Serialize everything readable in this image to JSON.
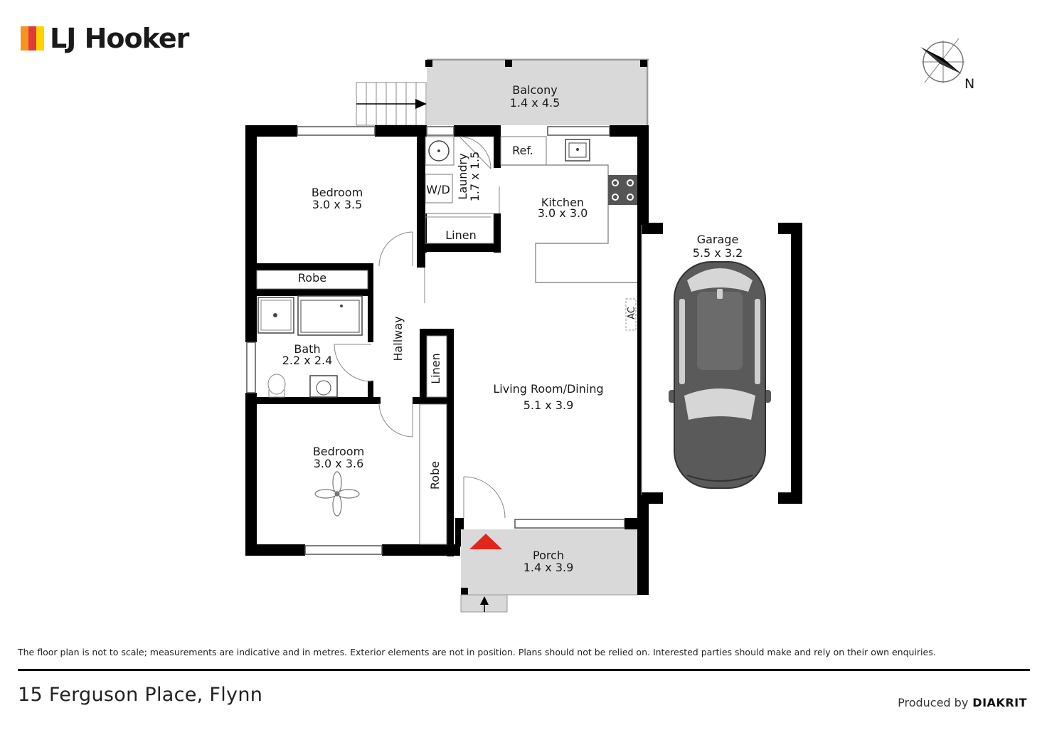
{
  "brand": {
    "name": "LJ Hooker",
    "logo_colors": [
      "#f7941d",
      "#e03a3e",
      "#ffd200"
    ]
  },
  "compass": {
    "north_label": "N"
  },
  "rooms": {
    "balcony": {
      "name": "Balcony",
      "dims": "1.4 x 4.5"
    },
    "bedroom1": {
      "name": "Bedroom",
      "dims": "3.0 x 3.5"
    },
    "laundry": {
      "name": "Laundry",
      "dims": "1.7 x 1.5"
    },
    "wd": {
      "name": "W/D"
    },
    "linen_top": {
      "name": "Linen"
    },
    "ref": {
      "name": "Ref."
    },
    "kitchen": {
      "name": "Kitchen",
      "dims": "3.0 x 3.0"
    },
    "garage": {
      "name": "Garage",
      "dims": "5.5 x 3.2"
    },
    "robe_top": {
      "name": "Robe"
    },
    "bath": {
      "name": "Bath",
      "dims": "2.2 x 2.4"
    },
    "hallway": {
      "name": "Hallway"
    },
    "linen_mid": {
      "name": "Linen"
    },
    "ac": {
      "name": "AC"
    },
    "living": {
      "name": "Living Room/Dining",
      "dims": "5.1 x 3.9"
    },
    "bedroom2": {
      "name": "Bedroom",
      "dims": "3.0 x 3.6"
    },
    "robe_bottom": {
      "name": "Robe"
    },
    "porch": {
      "name": "Porch",
      "dims": "1.4 x 3.9"
    }
  },
  "footer": {
    "disclaimer": "The floor plan is not to scale; measurements are indicative and in metres. Exterior elements are not in position. Plans should not be relied on. Interested parties should make and rely on their own enquiries.",
    "address": "15 Ferguson Place, Flynn",
    "produced_by": "Produced by",
    "producer": "DIAKRIT"
  },
  "colors": {
    "wall": "#000000",
    "floor_exterior": "#d9d9d9",
    "entry_marker": "#e1261c",
    "car": "#5a5a5a"
  }
}
